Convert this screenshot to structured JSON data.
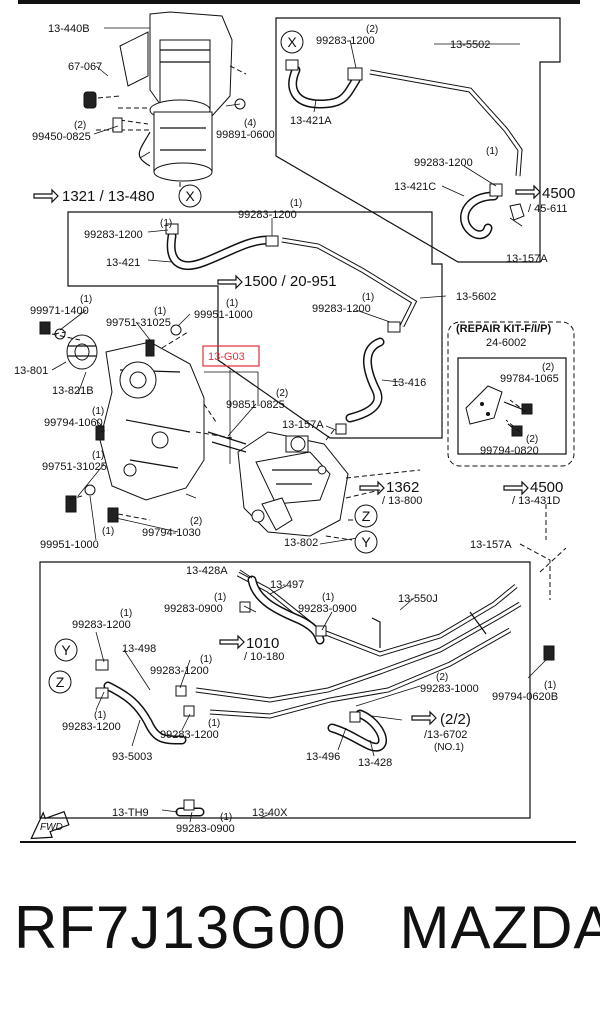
{
  "labels": {
    "l_13_440b": "13-440B",
    "l_67_067": "67-067",
    "l_99450_0825": "99450-0825",
    "l_99450_q": "(2)",
    "l_99891_0600": "99891-0600",
    "l_99891_q": "(4)",
    "l_ref_1321": "1321 / 13-480",
    "l_99283_top": "99283-1200",
    "l_99283_top_q": "(2)",
    "l_13_5502": "13-5502",
    "l_13_421a": "13-421A",
    "l_99283_r1": "99283-1200",
    "l_99283_r1_q": "(1)",
    "l_13_421c": "13-421C",
    "l_ref_4500a": "4500",
    "l_45_611": "/ 45-611",
    "l_13_157a_a": "13-157A",
    "l_99283_m1": "99283-1200",
    "l_99283_m1_q": "(1)",
    "l_99283_m2": "99283-1200",
    "l_99283_m2_q": "(1)",
    "l_13_421": "13-421",
    "l_ref_1500": "1500 / 20-951",
    "l_13_5602": "13-5602",
    "l_99283_m3": "99283-1200",
    "l_99283_m3_q": "(1)",
    "l_99971_1400": "99971-1400",
    "l_99971_q": "(1)",
    "l_99751_top": "99751-31025",
    "l_99751_top_q": "(1)",
    "l_99951_top": "99951-1000",
    "l_99951_top_q": "(1)",
    "l_13_801": "13-801",
    "l_13_821b": "13-821B",
    "l_13_g03": "13-G03",
    "l_99851_0825": "99851-0825",
    "l_99851_q": "(2)",
    "l_13_416": "13-416",
    "l_13_157a_b": "13-157A",
    "l_99794_1060": "99794-1060",
    "l_99794_1060_q": "(1)",
    "l_99751_bot": "99751-31025",
    "l_99751_bot_q": "(1)",
    "l_ref_1362": "1362",
    "l_13_800": "/ 13-800",
    "l_99951_bot": "99951-1000",
    "l_99951_bot_q": "(1)",
    "l_99794_1030": "99794-1030",
    "l_99794_1030_q": "(2)",
    "l_13_802": "13-802",
    "l_repair_title": "(REPAIR KIT-F/I/P)",
    "l_24_6002": "24-6002",
    "l_99784_1065": "99784-1065",
    "l_99784_q": "(2)",
    "l_99794_0820": "99794-0820",
    "l_99794_0820_q": "(2)",
    "l_ref_4500b": "4500",
    "l_13_431d": "/ 13-431D",
    "l_13_157a_c": "13-157A",
    "l_13_428a": "13-428A",
    "l_13_497": "13-497",
    "l_99283_0900a": "99283-0900",
    "l_99283_0900a_q": "(1)",
    "l_99283_0900b": "99283-0900",
    "l_99283_0900b_q": "(1)",
    "l_13_550j": "13-550J",
    "l_99283_b1": "99283-1200",
    "l_99283_b1_q": "(1)",
    "l_13_498": "13-498",
    "l_ref_1010": "1010",
    "l_10_180": "/ 10-180",
    "l_99283_b2": "99283-1200",
    "l_99283_b2_q": "(1)",
    "l_99283_1000": "99283-1000",
    "l_99283_1000_q": "(2)",
    "l_99794_0620b": "99794-0620B",
    "l_99794_0620b_q": "(1)",
    "l_99283_b3": "99283-1200",
    "l_99283_b3_q": "(1)",
    "l_99283_b4": "99283-1200",
    "l_99283_b4_q": "(1)",
    "l_93_5003": "93-5003",
    "l_13_496": "13-496",
    "l_13_428": "13-428",
    "l_ref_2_2": "(2/2)",
    "l_13_6702": "/13-6702",
    "l_no1": "(NO.1)",
    "l_13_th9": "13-TH9",
    "l_99283_0900c": "99283-0900",
    "l_99283_0900c_q": "(1)",
    "l_13_40x": "13-40X",
    "l_fwd": "FWD"
  },
  "bubbles": {
    "x_top": "X",
    "x_mid": "X",
    "z_mid": "Z",
    "y_mid": "Y",
    "y_bot": "Y",
    "z_bot": "Z"
  },
  "footer": {
    "part_number": "RF7J13G00",
    "brand": "MAZDA"
  },
  "colors": {
    "highlight": "#e0303a",
    "ink": "#111111"
  }
}
